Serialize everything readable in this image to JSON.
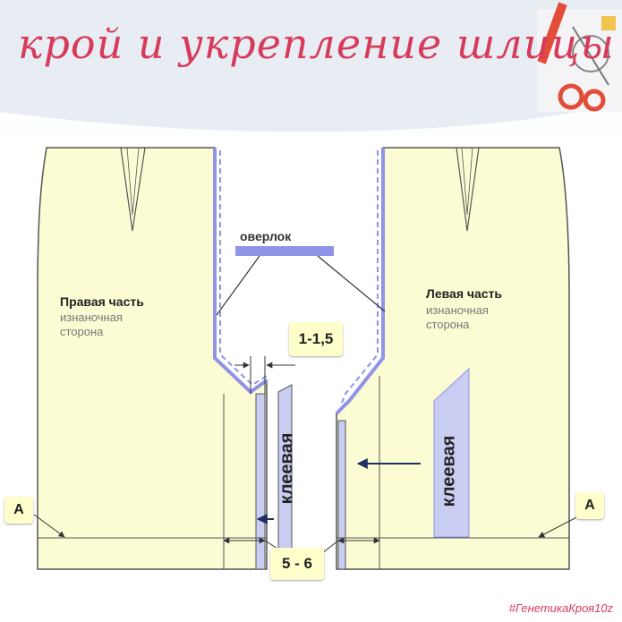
{
  "title": "крой и укрепление шлицы",
  "overlock_label": "оверлок",
  "right_part": {
    "title": "Правая часть",
    "side_line1": "изнаночная",
    "side_line2": "сторона"
  },
  "left_part": {
    "title": "Левая часть",
    "side_line1": "изнаночная",
    "side_line2": "сторона"
  },
  "interfacing_label": "клеевая",
  "measure_top": "1-1,5",
  "measure_bottom": "5 - 6",
  "marker": "A",
  "hashtag": "#ГенетикаКроя10z",
  "colors": {
    "fabric": "#fcfcd4",
    "interfacing": "#c9cdf2",
    "overlock": "#8f94e6",
    "title": "#d73b5a",
    "header_bg": "#e8edf4",
    "arrow": "#22305f"
  }
}
